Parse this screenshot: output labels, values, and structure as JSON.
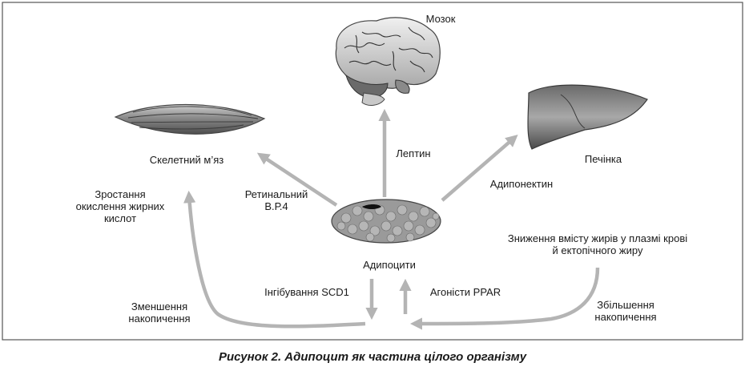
{
  "labels": {
    "brain": "Мозок",
    "skeletal_muscle": "Скелетний м’яз",
    "liver": "Печінка",
    "leptin": "Лептин",
    "retinal_line1": "Ретинальний",
    "retinal_line2": "В.Р.4",
    "adiponectin": "Адипонектин",
    "fa_oxidation_line1": "Зростання",
    "fa_oxidation_line2": "окислення жирних",
    "fa_oxidation_line3": "кислот",
    "adipocytes": "Адипоцити",
    "plasma_fat_line1": "Зниження вмісту жирів у плазмі крові",
    "plasma_fat_line2": "й ектопічного жиру",
    "scd1_inhibition": "Інгібування SCD1",
    "ppar_agonists": "Агоністи PPAR",
    "storage_decrease_line1": "Зменшення",
    "storage_decrease_line2": "накопичення",
    "storage_increase_line1": "Збільшення",
    "storage_increase_line2": "накопичення"
  },
  "caption": "Рисунок 2. Адипоцит як частина цілого організму",
  "colors": {
    "arrow": "#b4b4b4",
    "frame": "#555555",
    "organ_dark": "#5a5a5a",
    "organ_light": "#d8d8d8"
  }
}
